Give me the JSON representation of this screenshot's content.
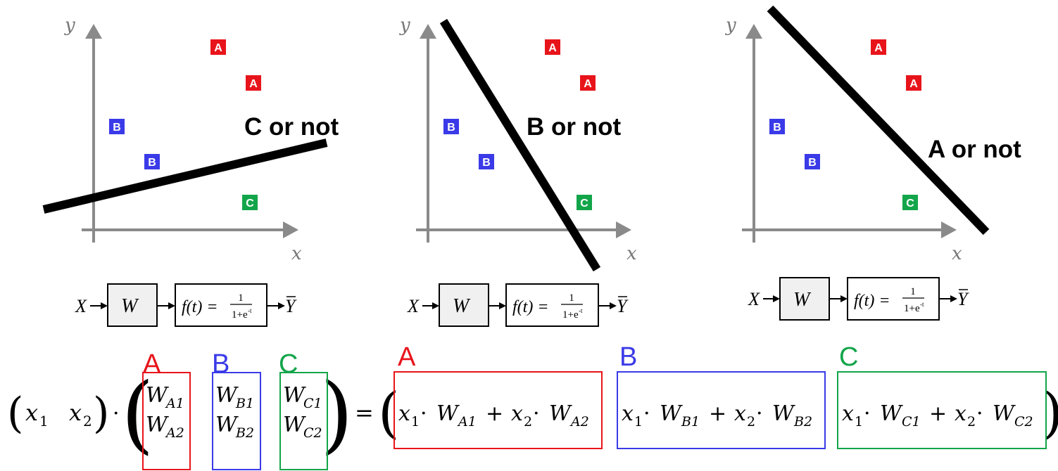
{
  "axis_labels": {
    "x": "x",
    "y": "y"
  },
  "colors": {
    "A": "#e8141b",
    "B": "#3a3ae8",
    "C": "#12a54a",
    "axis": "#8a8a8a"
  },
  "point_labels": {
    "A": "A",
    "B": "B",
    "C": "C"
  },
  "panels": [
    {
      "line_label": "C or not"
    },
    {
      "line_label": "B or not"
    },
    {
      "line_label": "A or not"
    }
  ],
  "flow": {
    "input": "X",
    "weight": "W",
    "func_lhs": "f(t) =",
    "func_num": "1",
    "func_den_a": "1+e",
    "func_den_exp": "-t",
    "output": "Y"
  },
  "equation": {
    "row_x1": "x",
    "row_x1_sub": "1",
    "row_x2": "x",
    "row_x2_sub": "2",
    "dot": "·",
    "equals": "=",
    "matrix_cols": [
      {
        "header": "A",
        "top": "W",
        "top_sub": "A1",
        "bottom": "W",
        "bottom_sub": "A2"
      },
      {
        "header": "B",
        "top": "W",
        "top_sub": "B1",
        "bottom": "W",
        "bottom_sub": "B2"
      },
      {
        "header": "C",
        "top": "W",
        "top_sub": "C1",
        "bottom": "W",
        "bottom_sub": "C2"
      }
    ],
    "results": [
      {
        "header": "A",
        "x1": "x",
        "x1_sub": "1",
        "w1": "W",
        "w1_sub": "A1",
        "plus": "+",
        "x2": "x",
        "x2_sub": "2",
        "w2": "W",
        "w2_sub": "A2"
      },
      {
        "header": "B",
        "x1": "x",
        "x1_sub": "1",
        "w1": "W",
        "w1_sub": "B1",
        "plus": "+",
        "x2": "x",
        "x2_sub": "2",
        "w2": "W",
        "w2_sub": "B2"
      },
      {
        "header": "C",
        "x1": "x",
        "x1_sub": "1",
        "w1": "W",
        "w1_sub": "C1",
        "plus": "+",
        "x2": "x",
        "x2_sub": "2",
        "w2": "W",
        "w2_sub": "C2"
      }
    ]
  }
}
